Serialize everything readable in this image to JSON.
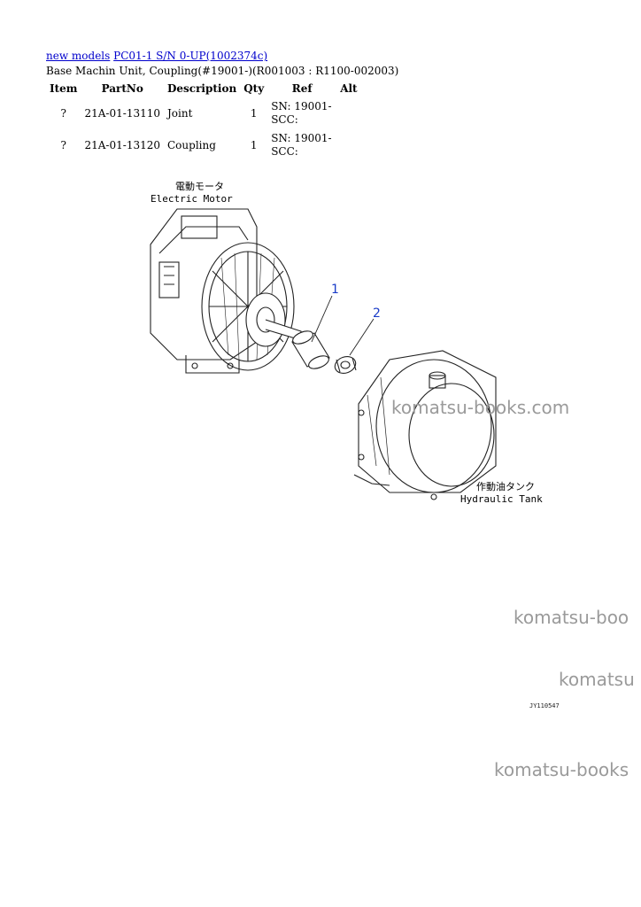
{
  "breadcrumb": {
    "link1": "new models",
    "link2": "PC01-1 S/N 0-UP(1002374c)"
  },
  "subtitle": "Base Machin Unit, Coupling(#19001-)(R001003 : R1100-002003)",
  "table": {
    "headers": [
      "Item",
      "PartNo",
      "Description",
      "Qty",
      "Ref",
      "Alt"
    ],
    "rows": [
      {
        "item": "?",
        "partno": "21A-01-13110",
        "description": "Joint",
        "qty": "1",
        "ref1": "SN: 19001-",
        "ref2": "SCC:",
        "alt": ""
      },
      {
        "item": "?",
        "partno": "21A-01-13120",
        "description": "Coupling",
        "qty": "1",
        "ref1": "SN: 19001-",
        "ref2": "SCC:",
        "alt": ""
      }
    ]
  },
  "diagram": {
    "motor_jp": "電動モータ",
    "motor_en": "Electric Motor",
    "tank_jp": "作動油タンク",
    "tank_en": "Hydraulic Tank",
    "callout1": "1",
    "callout2": "2",
    "callout_color": "#1a3cc8"
  },
  "watermarks": [
    "komatsu-books.com",
    "komatsu-boo",
    "komatsu",
    "komatsu-books"
  ],
  "doc_id": "JY110547"
}
